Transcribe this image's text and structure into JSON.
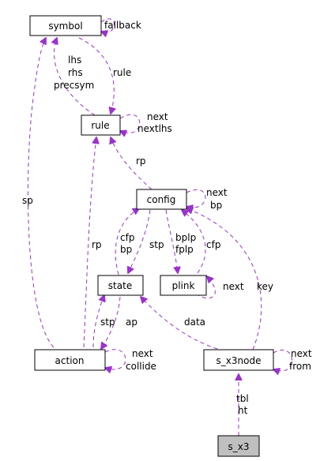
{
  "nodes": {
    "symbol": "symbol",
    "rule": "rule",
    "config": "config",
    "state": "state",
    "plink": "plink",
    "action": "action",
    "s_x3node": "s_x3node",
    "s_x3": "s_x3"
  },
  "edge_labels": {
    "symbol_fallback": "fallback",
    "rule_to_symbol_1": "lhs",
    "rule_to_symbol_2": "rhs",
    "rule_to_symbol_3": "precsym",
    "symbol_to_rule": "rule",
    "rule_self_1": "next",
    "rule_self_2": "nextlhs",
    "config_to_rule": "rp",
    "config_self_1": "next",
    "config_self_2": "bp",
    "action_to_symbol": "sp",
    "action_to_rule": "rp",
    "state_to_config_1": "cfp",
    "state_to_config_2": "bp",
    "config_to_state": "stp",
    "config_to_plink_1": "bplp",
    "config_to_plink_2": "fplp",
    "plink_to_config": "cfp",
    "plink_self": "next",
    "x3node_to_config": "key",
    "action_to_state": "stp",
    "state_to_action": "ap",
    "x3node_to_state": "data",
    "action_self_1": "next",
    "action_self_2": "collide",
    "x3node_self_1": "next",
    "x3node_self_2": "from",
    "x3_to_x3node_1": "tbl",
    "x3_to_x3node_2": "ht"
  }
}
